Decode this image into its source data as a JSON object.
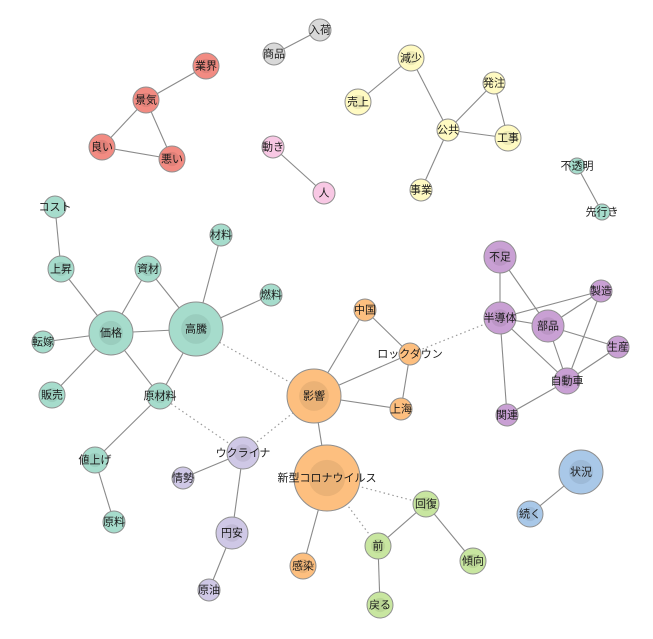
{
  "palette": {
    "red": "#f28b82",
    "gray": "#d9d9d9",
    "yellow": "#fffac2",
    "pink": "#f8c8e4",
    "teal": "#a6dccc",
    "orange": "#fdbf7f",
    "purple": "#c9a0d4",
    "lavender": "#cfc8e6",
    "green": "#c8e6a0",
    "blue": "#a9c8e8"
  },
  "nodes": [
    {
      "id": "gyokai",
      "label": "業界",
      "group": "red",
      "size": 2
    },
    {
      "id": "keiki",
      "label": "景気",
      "group": "red",
      "size": 2
    },
    {
      "id": "yoi",
      "label": "良い",
      "group": "red",
      "size": 2
    },
    {
      "id": "warui",
      "label": "悪い",
      "group": "red",
      "size": 2
    },
    {
      "id": "nyuka",
      "label": "入荷",
      "group": "gray",
      "size": 1
    },
    {
      "id": "shohin",
      "label": "商品",
      "group": "gray",
      "size": 1
    },
    {
      "id": "genshou",
      "label": "減少",
      "group": "yellow",
      "size": 2
    },
    {
      "id": "uriage",
      "label": "売上",
      "group": "yellow",
      "size": 2
    },
    {
      "id": "hatchu",
      "label": "発注",
      "group": "yellow",
      "size": 1
    },
    {
      "id": "koukyou",
      "label": "公共",
      "group": "yellow",
      "size": 1
    },
    {
      "id": "kouji",
      "label": "工事",
      "group": "yellow",
      "size": 2
    },
    {
      "id": "jigyou",
      "label": "事業",
      "group": "yellow",
      "size": 1
    },
    {
      "id": "ugoki",
      "label": "動き",
      "group": "pink",
      "size": 1
    },
    {
      "id": "hito",
      "label": "人",
      "group": "pink",
      "size": 1
    },
    {
      "id": "futoumei",
      "label": "不透明",
      "group": "teal",
      "size": 0
    },
    {
      "id": "sakiyuki",
      "label": "先行き",
      "group": "teal",
      "size": 0
    },
    {
      "id": "cost",
      "label": "コスト",
      "group": "teal",
      "size": 1
    },
    {
      "id": "zairyo",
      "label": "材料",
      "group": "teal",
      "size": 1
    },
    {
      "id": "joushou",
      "label": "上昇",
      "group": "teal",
      "size": 2
    },
    {
      "id": "shizai",
      "label": "資材",
      "group": "teal",
      "size": 2
    },
    {
      "id": "nenryo",
      "label": "燃料",
      "group": "teal",
      "size": 1
    },
    {
      "id": "kakaku",
      "label": "価格",
      "group": "teal",
      "size": 4
    },
    {
      "id": "koutou",
      "label": "高騰",
      "group": "teal",
      "size": 5
    },
    {
      "id": "tenka",
      "label": "転嫁",
      "group": "teal",
      "size": 1
    },
    {
      "id": "hanbai",
      "label": "販売",
      "group": "teal",
      "size": 2
    },
    {
      "id": "genzairyo",
      "label": "原材料",
      "group": "teal",
      "size": 2
    },
    {
      "id": "neage",
      "label": "値上げ",
      "group": "teal",
      "size": 2
    },
    {
      "id": "genryo",
      "label": "原料",
      "group": "teal",
      "size": 1
    },
    {
      "id": "fusoku",
      "label": "不足",
      "group": "purple",
      "size": 3
    },
    {
      "id": "seizou",
      "label": "製造",
      "group": "purple",
      "size": 1
    },
    {
      "id": "handoutai",
      "label": "半導体",
      "group": "purple",
      "size": 3
    },
    {
      "id": "buhin",
      "label": "部品",
      "group": "purple",
      "size": 3
    },
    {
      "id": "seisan",
      "label": "生産",
      "group": "purple",
      "size": 1
    },
    {
      "id": "jidousha",
      "label": "自動車",
      "group": "purple",
      "size": 2
    },
    {
      "id": "kanren",
      "label": "関連",
      "group": "purple",
      "size": 1
    },
    {
      "id": "chugoku",
      "label": "中国",
      "group": "orange",
      "size": 1
    },
    {
      "id": "lockdown",
      "label": "ロックダウン",
      "group": "orange",
      "size": 1
    },
    {
      "id": "eikyou",
      "label": "影響",
      "group": "orange",
      "size": 5
    },
    {
      "id": "shanghai",
      "label": "上海",
      "group": "orange",
      "size": 1
    },
    {
      "id": "corona",
      "label": "新型コロナウイルス",
      "group": "orange",
      "size": 6
    },
    {
      "id": "kansen",
      "label": "感染",
      "group": "orange",
      "size": 2
    },
    {
      "id": "ukraine",
      "label": "ウクライナ",
      "group": "lavender",
      "size": 3
    },
    {
      "id": "jousei",
      "label": "情勢",
      "group": "lavender",
      "size": 1
    },
    {
      "id": "enyasu",
      "label": "円安",
      "group": "lavender",
      "size": 3
    },
    {
      "id": "genyu",
      "label": "原油",
      "group": "lavender",
      "size": 1
    },
    {
      "id": "kaifuku",
      "label": "回復",
      "group": "green",
      "size": 2
    },
    {
      "id": "mae",
      "label": "前",
      "group": "green",
      "size": 2
    },
    {
      "id": "keikou",
      "label": "傾向",
      "group": "green",
      "size": 2
    },
    {
      "id": "modoru",
      "label": "戻る",
      "group": "green",
      "size": 2
    },
    {
      "id": "joukyou",
      "label": "状況",
      "group": "blue",
      "size": 4
    },
    {
      "id": "tsuzuku",
      "label": "続く",
      "group": "blue",
      "size": 2
    }
  ],
  "edges": [
    [
      "gyokai",
      "keiki",
      "solid"
    ],
    [
      "keiki",
      "yoi",
      "solid"
    ],
    [
      "keiki",
      "warui",
      "solid"
    ],
    [
      "yoi",
      "warui",
      "solid"
    ],
    [
      "nyuka",
      "shohin",
      "solid"
    ],
    [
      "genshou",
      "uriage",
      "solid"
    ],
    [
      "genshou",
      "koukyou",
      "solid"
    ],
    [
      "hatchu",
      "koukyou",
      "solid"
    ],
    [
      "hatchu",
      "kouji",
      "solid"
    ],
    [
      "koukyou",
      "kouji",
      "solid"
    ],
    [
      "koukyou",
      "jigyou",
      "solid"
    ],
    [
      "ugoki",
      "hito",
      "solid"
    ],
    [
      "futoumei",
      "sakiyuki",
      "solid"
    ],
    [
      "cost",
      "joushou",
      "solid"
    ],
    [
      "joushou",
      "kakaku",
      "solid"
    ],
    [
      "shizai",
      "kakaku",
      "solid"
    ],
    [
      "shizai",
      "koutou",
      "solid"
    ],
    [
      "zairyo",
      "koutou",
      "solid"
    ],
    [
      "nenryo",
      "koutou",
      "solid"
    ],
    [
      "kakaku",
      "koutou",
      "solid"
    ],
    [
      "kakaku",
      "tenka",
      "solid"
    ],
    [
      "kakaku",
      "hanbai",
      "solid"
    ],
    [
      "kakaku",
      "genzairyo",
      "solid"
    ],
    [
      "koutou",
      "genzairyo",
      "solid"
    ],
    [
      "genzairyo",
      "neage",
      "solid"
    ],
    [
      "neage",
      "genryo",
      "solid"
    ],
    [
      "fusoku",
      "handoutai",
      "solid"
    ],
    [
      "fusoku",
      "buhin",
      "solid"
    ],
    [
      "handoutai",
      "buhin",
      "solid"
    ],
    [
      "handoutai",
      "seizou",
      "solid"
    ],
    [
      "handoutai",
      "jidousha",
      "solid"
    ],
    [
      "handoutai",
      "kanren",
      "solid"
    ],
    [
      "buhin",
      "seizou",
      "solid"
    ],
    [
      "buhin",
      "seisan",
      "solid"
    ],
    [
      "buhin",
      "jidousha",
      "solid"
    ],
    [
      "seizou",
      "jidousha",
      "solid"
    ],
    [
      "seisan",
      "jidousha",
      "solid"
    ],
    [
      "kanren",
      "jidousha",
      "solid"
    ],
    [
      "chugoku",
      "eikyou",
      "solid"
    ],
    [
      "chugoku",
      "lockdown",
      "solid"
    ],
    [
      "lockdown",
      "eikyou",
      "solid"
    ],
    [
      "lockdown",
      "shanghai",
      "solid"
    ],
    [
      "eikyou",
      "shanghai",
      "solid"
    ],
    [
      "eikyou",
      "corona",
      "solid"
    ],
    [
      "corona",
      "kansen",
      "solid"
    ],
    [
      "ukraine",
      "jousei",
      "solid"
    ],
    [
      "ukraine",
      "enyasu",
      "solid"
    ],
    [
      "enyasu",
      "genyu",
      "solid"
    ],
    [
      "kaifuku",
      "mae",
      "solid"
    ],
    [
      "kaifuku",
      "keikou",
      "solid"
    ],
    [
      "mae",
      "modoru",
      "solid"
    ],
    [
      "joukyou",
      "tsuzuku",
      "solid"
    ],
    [
      "koutou",
      "eikyou",
      "dotted"
    ],
    [
      "genzairyo",
      "ukraine",
      "dotted"
    ],
    [
      "ukraine",
      "eikyou",
      "dotted"
    ],
    [
      "lockdown",
      "handoutai",
      "dotted"
    ],
    [
      "corona",
      "kaifuku",
      "dotted"
    ],
    [
      "corona",
      "mae",
      "dotted"
    ]
  ]
}
